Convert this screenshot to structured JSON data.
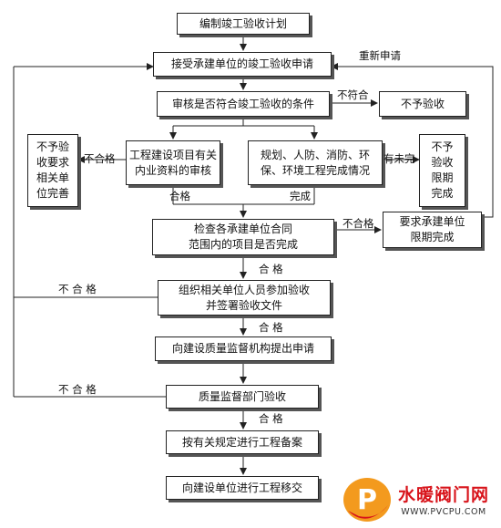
{
  "nodes": {
    "plan": "编制竣工验收计划",
    "accept": "接受承建单位的竣工验收申请",
    "review": "审核是否符合竣工验收的条件",
    "reject": "不予验收",
    "docs": "工程建设项目有关\n内业资料的审核",
    "plans": "规划、人防、消防、环\n保、环境工程完成情况",
    "perfect_left": "不予验\n收要求\n相关单\n位完善",
    "deadline_right": "不予\n验收\n限期\n完成",
    "check": "检查各承建单位合同\n范围内的项目是否完成",
    "require": "要求承建单位\n限期完成",
    "organize": "组织相关单位人员参加验收\n并签署验收文件",
    "apply": "向建设质量监督机构提出申请",
    "quality": "质量监督部门验收",
    "record": "按有关规定进行工程备案",
    "handover": "向建设单位进行工程移交"
  },
  "labels": {
    "reapply": "重新申请",
    "noncompliant": "不符合",
    "fail_left": "不合格",
    "unfinished": "有未完",
    "pass_docs": "合格",
    "complete_plans": "完成",
    "fail_check": "不合格",
    "pass_check": "合 格",
    "fail_organize": "不 合 格",
    "pass_organize": "合 格",
    "fail_quality": "不 合 格",
    "pass_quality": "合 格"
  },
  "watermark": {
    "brand_cn": "水暖阀门网",
    "brand_url": "WWW.PVCPU.COM",
    "logo_letter": "P"
  },
  "colors": {
    "line": "#222222",
    "shadow": "#555555",
    "watermark_red": "#d8141b",
    "watermark_orange": "#f39a1e"
  }
}
